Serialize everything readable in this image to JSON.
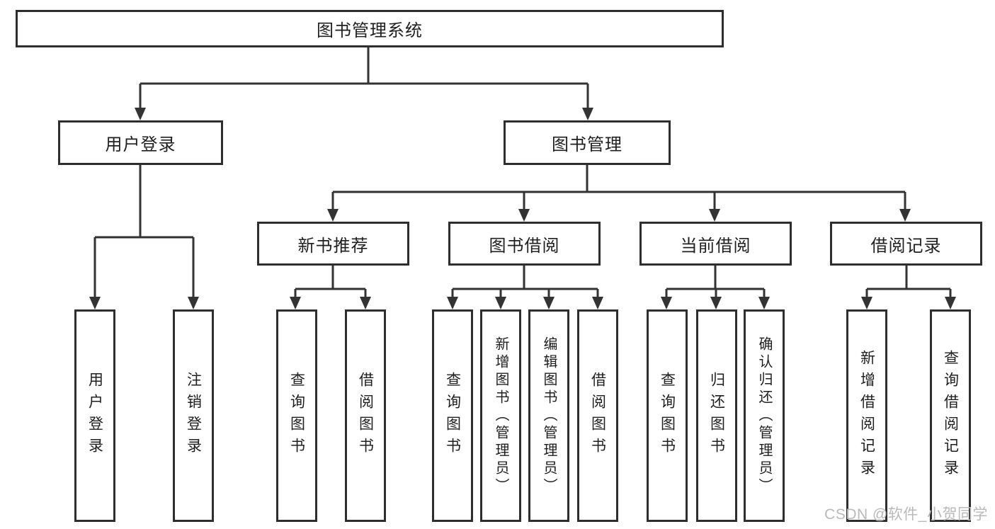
{
  "title": "图书管理系统",
  "watermark": "CSDN @软件_小贺同学",
  "colors": {
    "line": "#333333",
    "box_border": "#2e2e2e",
    "text": "#1f1f1f",
    "watermark": "#b9b9b9",
    "background": "#ffffff"
  },
  "tree": {
    "root": {
      "label": "图书管理系统"
    },
    "branches": [
      {
        "label": "用户登录",
        "leaves": [
          {
            "label": "用户登录"
          },
          {
            "label": "注销登录"
          }
        ]
      },
      {
        "label": "图书管理",
        "modules": [
          {
            "label": "新书推荐",
            "leaves": [
              {
                "label": "查询图书"
              },
              {
                "label": "借阅图书"
              }
            ]
          },
          {
            "label": "图书借阅",
            "leaves": [
              {
                "label": "查询图书"
              },
              {
                "label": "新增图书（管理员）"
              },
              {
                "label": "编辑图书（管理员）"
              },
              {
                "label": "借阅图书"
              }
            ]
          },
          {
            "label": "当前借阅",
            "leaves": [
              {
                "label": "查询图书"
              },
              {
                "label": "归还图书"
              },
              {
                "label": "确认归还（管理员）"
              }
            ]
          },
          {
            "label": "借阅记录",
            "leaves": [
              {
                "label": "新增借阅记录"
              },
              {
                "label": "查询借阅记录"
              }
            ]
          }
        ]
      }
    ]
  }
}
